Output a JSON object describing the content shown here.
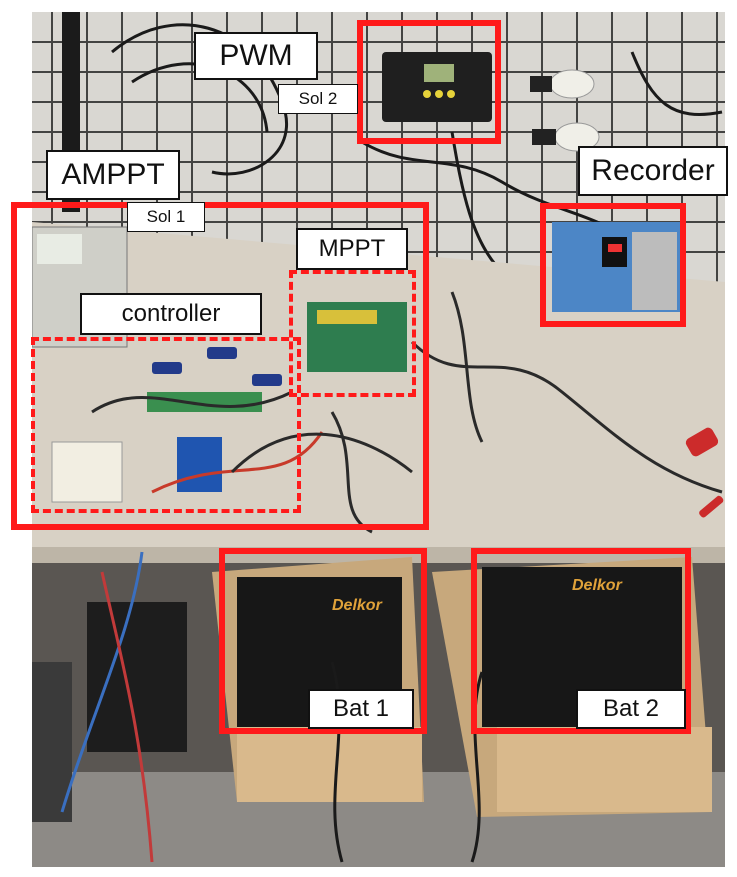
{
  "labels": {
    "pwm": "PWM",
    "sol2": "Sol 2",
    "amppt": "AMPPT",
    "sol1": "Sol 1",
    "recorder": "Recorder",
    "mppt": "MPPT",
    "controller": "controller",
    "bat1": "Bat 1",
    "bat2": "Bat 2"
  },
  "colors": {
    "highlight": "#ff1a1a",
    "label_bg": "#ffffff",
    "label_border": "#111111"
  }
}
